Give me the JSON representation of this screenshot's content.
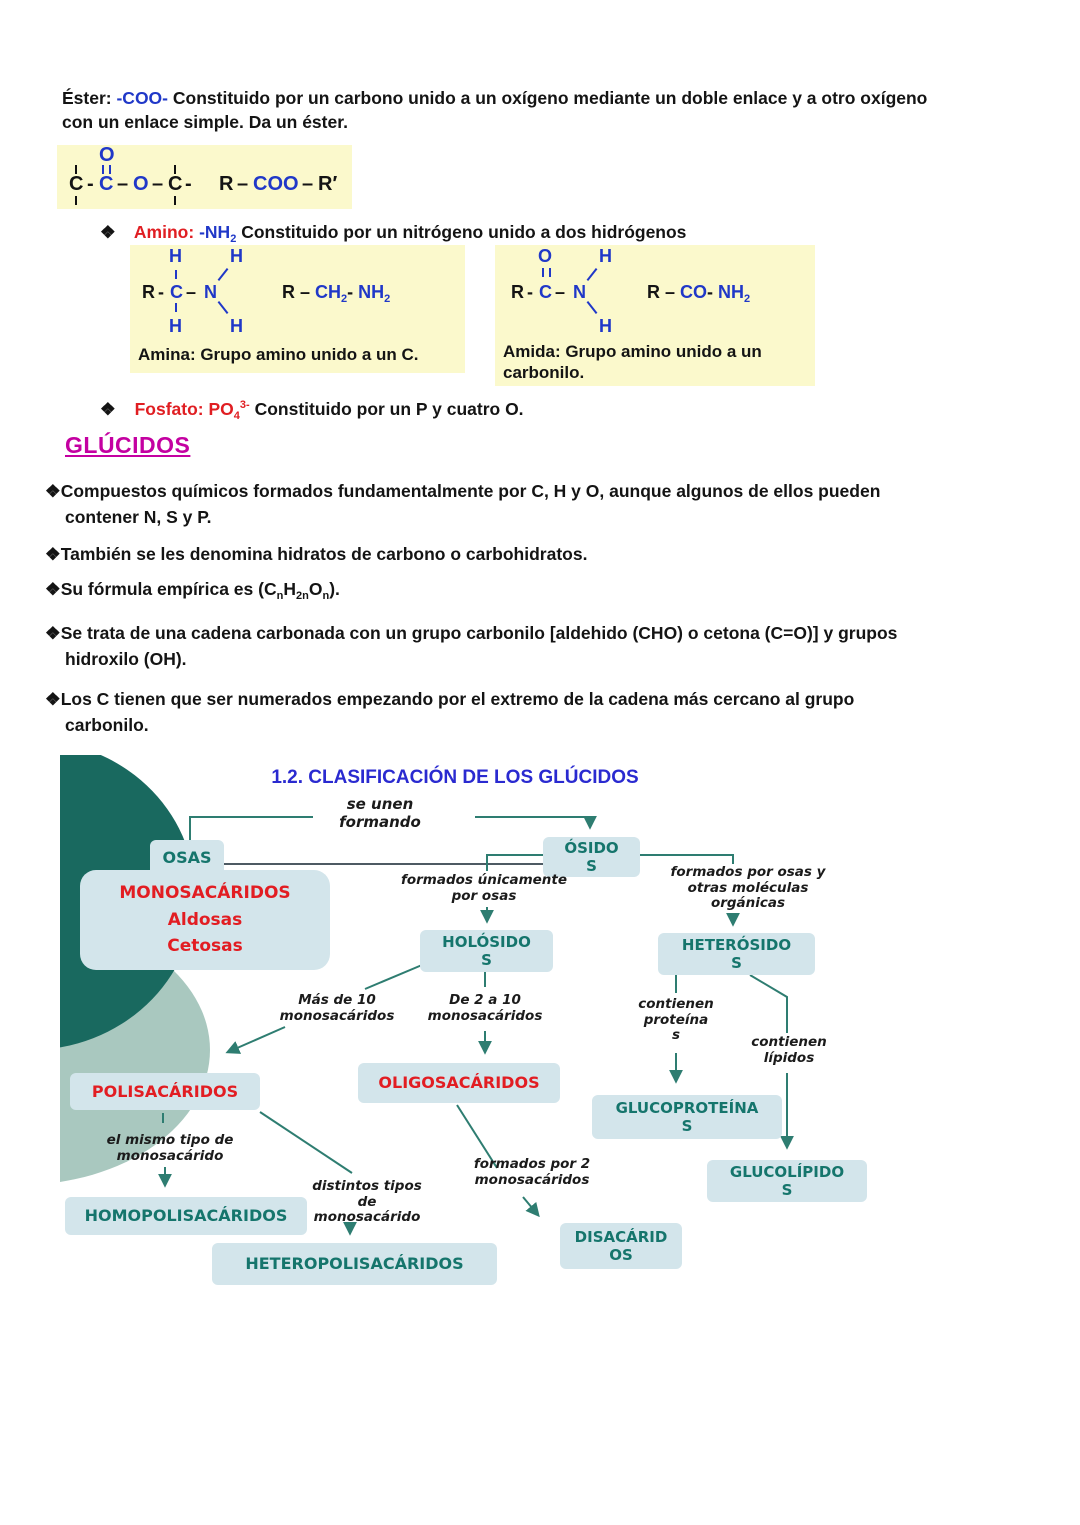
{
  "colors": {
    "chem_blue": "#2038c8",
    "accent_red": "#e01e22",
    "heading_magenta": "#c400a1",
    "diagram_title_blue": "#2a2ad0",
    "node_teal_text": "#15756c",
    "node_fill": "#d3e5eb",
    "arrow_teal": "#2e7d71",
    "highlight_yellow": "#fbf9cc",
    "shape_dark_teal": "#19695f",
    "shape_sage": "#a9c8bf"
  },
  "ester": {
    "term": "Éster:",
    "group": "-COO-",
    "rest": "Constituido por un carbono unido a un oxígeno mediante un doble enlace y a otro oxígeno con un enlace simple. Da un éster.",
    "formula": {
      "c1": "C",
      "d1": "-",
      "c2": "C",
      "o_top": "O",
      "d2": "–",
      "o": "O",
      "d3": "–",
      "c3": "C",
      "d4": "-",
      "r": "R",
      "rd1": "–",
      "coo": "COO",
      "rd2": "–",
      "rprime": "R′"
    }
  },
  "amino": {
    "marker": "❖",
    "term": "Amino:",
    "group_main": "-NH",
    "group_sub": "2",
    "rest": "Constituido por un nitrógeno unido a dos hidrógenos",
    "amina": {
      "r": "R",
      "d1": "-",
      "c": "C",
      "d2": "–",
      "n": "N",
      "h_top": "H",
      "h_bottom": "H",
      "h_ne": "H",
      "h_se": "H",
      "cond_r": "R",
      "cond_d1": "–",
      "cond_ch": "CH",
      "cond_sub1": "2",
      "cond_d2": "-",
      "cond_nh": " NH",
      "cond_sub2": "2",
      "caption": "Amina: Grupo amino unido a un C."
    },
    "amida": {
      "r": "R",
      "d1": "-",
      "c": "C",
      "o_top": "O",
      "d2": "–",
      "n": "N",
      "h_ne": "H",
      "h_se": "H",
      "cond_r": "R",
      "cond_d1": "–",
      "cond_co": "CO",
      "cond_d2": "-",
      "cond_nh": " NH",
      "cond_sub": "2",
      "caption": "Amida: Grupo amino unido a un carbonilo."
    }
  },
  "fosfato": {
    "marker": "❖",
    "term": "Fosfato:",
    "formula_main": "PO",
    "formula_sub": "4",
    "formula_sup": "3-",
    "rest": "Constituido por un P y cuatro O."
  },
  "glucidos": {
    "heading": "GLÚCIDOS",
    "bullets": [
      {
        "marker": "❖",
        "text": "Compuestos químicos formados fundamentalmente por C, H y O, aunque algunos de ellos pueden contener N, S y P."
      },
      {
        "marker": "❖",
        "text": "También se les denomina hidratos de carbono o carbohidratos."
      },
      {
        "marker": "❖",
        "pre": "Su fórmula empírica es (C",
        "sub1": "n",
        "mid1": "H",
        "sub2": "2n",
        "mid2": "O",
        "sub3": "n",
        "post": ")."
      },
      {
        "marker": "❖",
        "text": "Se trata de una cadena carbonada con un grupo carbonilo [aldehido (CHO) o cetona (C=O)] y grupos hidroxilo (OH)."
      },
      {
        "marker": "❖",
        "text": "Los C tienen que ser numerados empezando por el extremo de la cadena más cercano al grupo carbonilo."
      }
    ]
  },
  "diagram": {
    "title": "1.2. CLASIFICACIÓN DE LOS GLÚCIDOS",
    "nodes": {
      "osas": {
        "line1": "OSAS"
      },
      "monosacaridos": {
        "line1": "MONOSACÁRIDOS",
        "line2": "Aldosas",
        "line3": "Cetosas"
      },
      "osidos": {
        "line1": "ÓSIDO",
        "line2": "S"
      },
      "holosidos": {
        "line1": "HOLÓSIDO",
        "line2": "S"
      },
      "heterosidos": {
        "line1": "HETERÓSIDO",
        "line2": "S"
      },
      "polisacaridos": {
        "line1": "POLISACÁRIDOS"
      },
      "oligosacaridos": {
        "line1": "OLIGOSACÁRIDOS"
      },
      "glucoproteinas": {
        "line1": "GLUCOPROTEÍNA",
        "line2": "S"
      },
      "glucolipidos": {
        "line1": "GLUCOLÍPIDO",
        "line2": "S"
      },
      "homopolisacaridos": {
        "line1": "HOMOPOLISACÁRIDOS"
      },
      "heteropolisacaridos": {
        "line1": "HETEROPOLISACÁRIDOS"
      },
      "disacaridos": {
        "line1": "DISACÁRID",
        "line2": "OS"
      }
    },
    "labels": {
      "se_unen": {
        "line1": "se unen",
        "line2": "formando"
      },
      "formados_osas": {
        "line1": "formados únicamente",
        "line2": "por osas"
      },
      "formados_otras": {
        "line1": "formados por osas y",
        "line2": "otras moléculas",
        "line3": "orgánicas"
      },
      "mas_de_10": {
        "line1": "Más de 10",
        "line2": "monosacáridos"
      },
      "de_2_a_10": {
        "line1": "De  2 a 10",
        "line2": "monosacáridos"
      },
      "contienen_proteinas": {
        "line1": "contienen",
        "line2": "proteína",
        "line3": "s"
      },
      "contienen_lipidos": {
        "line1": "contienen",
        "line2": "lípidos"
      },
      "mismo_tipo": {
        "line1": "el mismo tipo de",
        "line2": "monosacárido"
      },
      "distintos_tipos": {
        "line1": "distintos tipos",
        "line2": "de",
        "line3": "monosacárido"
      },
      "formados_por_2": {
        "line1": "formados por 2",
        "line2": "monosacáridos"
      }
    }
  }
}
